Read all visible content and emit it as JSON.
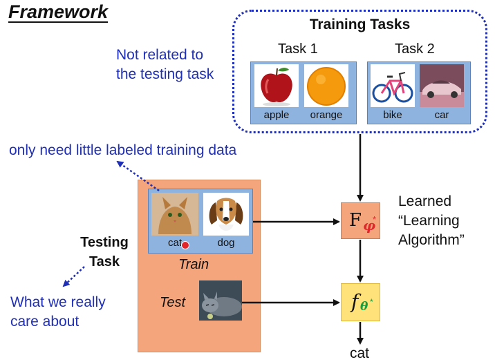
{
  "title": "Framework",
  "training": {
    "heading": "Training Tasks",
    "task1": {
      "label": "Task 1",
      "items": [
        "apple",
        "orange"
      ]
    },
    "task2": {
      "label": "Task 2",
      "items": [
        "bike",
        "car"
      ]
    }
  },
  "notes": {
    "not_related_line1": "Not related to",
    "not_related_line2": "the testing task",
    "little_data": "only need little labeled training data",
    "really_care_line1": "What we really",
    "really_care_line2": "care about"
  },
  "testing": {
    "label_line1": "Testing",
    "label_line2": "Task",
    "train_items": [
      "cat",
      "dog"
    ],
    "train_label": "Train",
    "test_label": "Test"
  },
  "learned": {
    "line1": "Learned",
    "line2": "“Learning",
    "line3": "Algorithm”"
  },
  "boxes": {
    "F_main": "F",
    "F_sub": "φ",
    "f_main": "f",
    "f_sub": "θ",
    "star": "*"
  },
  "output": "cat",
  "colors": {
    "blue_text": "#1f2fb6",
    "panel_blue": "#8fb3df",
    "panel_orange": "#f5a57b",
    "box_yellow": "#ffe27a",
    "phi_red": "#e0262a",
    "theta_green": "#1c9a3c"
  }
}
